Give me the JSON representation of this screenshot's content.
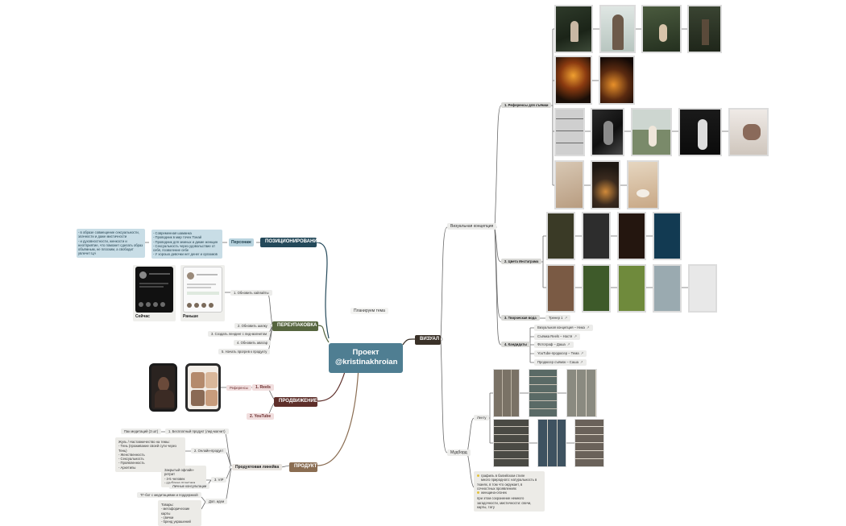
{
  "root": {
    "line1": "Проект",
    "line2": "@kristinakhroian"
  },
  "colors": {
    "positioning": "#24495a",
    "repack": "#56653f",
    "promotion": "#5e2f2a",
    "product": "#8a6d52",
    "visual": "#3a3128",
    "link": "#1677ff"
  },
  "left": {
    "sub_label": "Планируем тема",
    "positioning": {
      "label": "ПОЗИЦИОНИРОВАНИЕ",
      "persona_label": "Персонаж",
      "persona_note": "- в образе совмещение сексуальности, злачности и даже мистичности\n- и духовностности, женкости и неотприятие, что поможет сделать образ объёмным, не плоским, а свободит увлечет ЦА",
      "persona_points": "- Современная шаманка\n- Проводник в мир точек Тонай\n- Проводник для земных и дикие женщин\n- Сексуальность через удовольствие от себя, позволение себе\n- У хорошо девочки нет денег и оргазмов"
    },
    "repack": {
      "label": "ПЕРЕУПАКОВКА",
      "phone_now": "Сейчас",
      "phone_before": "Раньше",
      "items": [
        "1. Обновить хайлайты",
        "2. Обновить шапку",
        "3. Создать лендинг с лид-магнитом",
        "4. Обновить аватар",
        "5. Начать прогрев к продукту"
      ]
    },
    "promotion": {
      "label": "ПРОДВИЖЕНИЕ",
      "references": "Референсы",
      "reels": "1. Reels",
      "youtube": "2. YouTube"
    },
    "product": {
      "label": "ПРОДУКТ",
      "line_label": "Продуктовая линейка",
      "p1": "1. Бесплатный продукт (лид-магнит)",
      "p1_detail": "Пак медитаций (3 шт)",
      "p2": "2. Онлайн-продукт",
      "p2_detail": "Жуль / Наставничество на темы:\n- Тень (проживание своей сути через Тень)\n- Женственность\n- Сексуальность\n- Проявленность\n- Архетипы",
      "p3": "3. VIP",
      "p3_detail1": "Закрытый офлайн-ретрит\n- 3-5 человек\n- глубокие практики",
      "p3_detail2": "Личные консультации",
      "p4": "Доп. идеи",
      "p4_detail1": "ТГ-бот с медитациями и поддержкой",
      "p4_detail2": "Товары:\n- метафорические карты\n- свечки\n- бренд украшений"
    }
  },
  "right": {
    "visual": {
      "label": "ВИЗУАЛ",
      "concept_label": "Визуальная концепция",
      "refs_label": "1. Референсы для съёмки",
      "colors_label": "2. Цвета Инстаграма",
      "creative_label": "3. Творческая вода",
      "creative_item": "Тренер 1",
      "team_label": "4. Кандидаты",
      "team": [
        "Визуальная концепция – Ника",
        "Съёмка Reels – Настя",
        "Фотограф – Даша",
        "YouTube-продюсер – Тема",
        "Продюсер съёмок – Саша"
      ],
      "palette_row1": [
        "#3a3a26",
        "#2d2d2d",
        "#24160f",
        "#123a52"
      ],
      "palette_row2": [
        "#7a5a44",
        "#3e5a2a",
        "#6f8a3c",
        "#9aaab0",
        "#e8e8e8"
      ]
    },
    "moodboard": {
      "label": "Мудборд",
      "feed_label": "Ленту",
      "note_points": [
        "графиль в балийском стиле",
        "много природного: натуральность в тканях, в том что окружает, в сочностных проявлениях",
        "женщина-огонек"
      ],
      "note_tail": "при этом сохранение немного загадочности, мистичности: свечи, карты, тату"
    }
  }
}
